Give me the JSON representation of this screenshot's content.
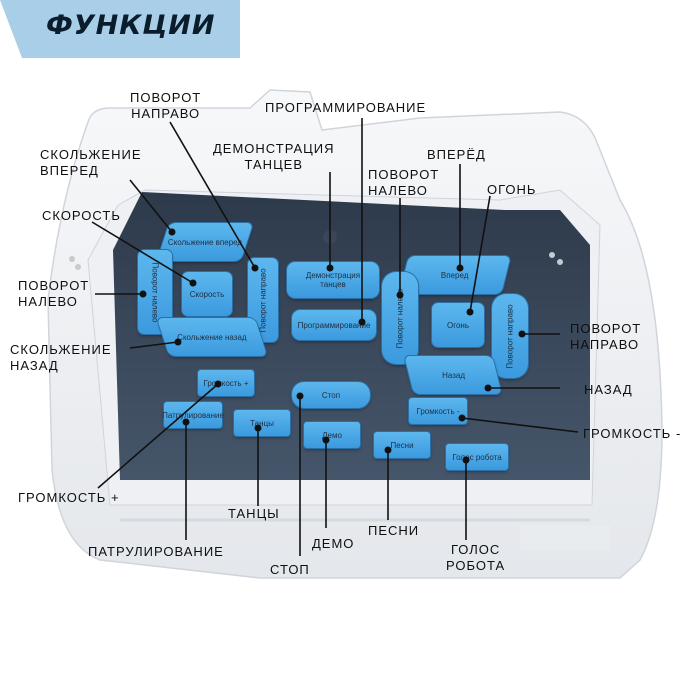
{
  "banner": {
    "title": "ФУНКЦИИ"
  },
  "buttons": {
    "slide_forward": "Скольжение вперед",
    "turn_left": "Поворот налево",
    "speed": "Скорость",
    "turn_right": "Поворот направо",
    "slide_back": "Скольжение назад",
    "dance_demo": "Демонстрация танцев",
    "programming": "Программирование",
    "turn_left_r": "Поворот налево",
    "forward": "Вперед",
    "fire": "Огонь",
    "turn_right_r": "Поворот направо",
    "back": "Назад",
    "volume_up": "Громкость +",
    "stop": "Стоп",
    "volume_down": "Громкость -",
    "patrol": "Патрулирование",
    "dances": "Танцы",
    "demo": "Демо",
    "songs": "Песни",
    "robot_voice": "Голос робота"
  },
  "callouts": {
    "turn_right_top": "ПОВОРОТ\nНАПРАВО",
    "programming": "ПРОГРАММИРОВАНИЕ",
    "dance_demo": "ДЕМОНСТРАЦИЯ\nТАНЦЕВ",
    "slide_forward": "СКОЛЬЖЕНИЕ\nВПЕРЕД",
    "turn_left_r": "ПОВОРОТ\nНАЛЕВО",
    "forward": "ВПЕРЁД",
    "fire": "ОГОНЬ",
    "speed": "СКОРОСТЬ",
    "turn_left": "ПОВОРОТ\nНАЛЕВО",
    "turn_right_r": "ПОВОРОТ\nНАПРАВО",
    "slide_back": "СКОЛЬЖЕНИЕ\nНАЗАД",
    "back": "НАЗАД",
    "volume_down": "ГРОМКОСТЬ -",
    "volume_up": "ГРОМКОСТЬ +",
    "dances": "ТАНЦЫ",
    "demo": "ДЕМО",
    "songs": "ПЕСНИ",
    "patrol": "ПАТРУЛИРОВАНИЕ",
    "robot_voice": "ГОЛОС\nРОБОТА",
    "stop": "СТОП"
  }
}
